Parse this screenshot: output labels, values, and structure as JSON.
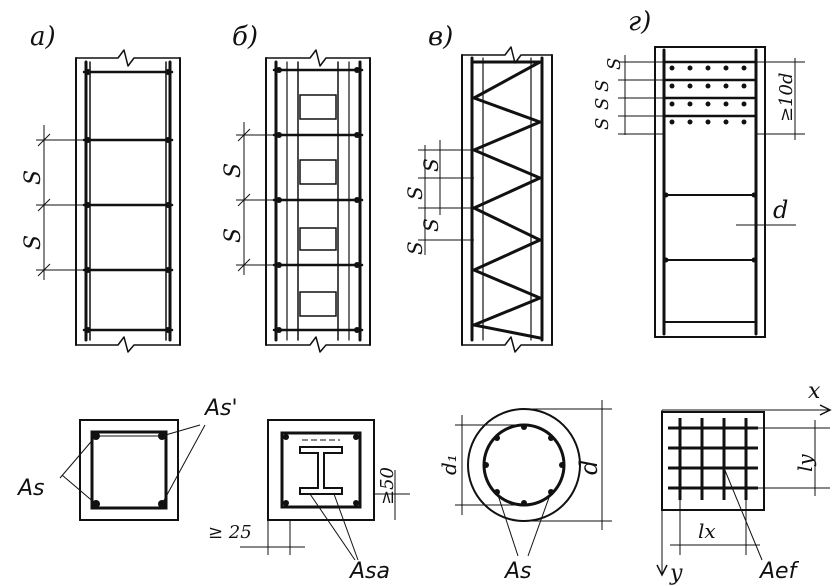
{
  "panels": {
    "a": {
      "label": "а)"
    },
    "b": {
      "label": "б)"
    },
    "c": {
      "label": "в)"
    },
    "d": {
      "label": "г)"
    }
  },
  "dims": {
    "s": "S",
    "ge10d": "≥10d",
    "d_bar": "d",
    "ge50": "≥50",
    "ge25": "≥ 25",
    "d1": "d₁",
    "d_circle": "d",
    "lx": "lx",
    "ly": "ly"
  },
  "axes": {
    "x": "x",
    "y": "y"
  },
  "labels": {
    "As": "As",
    "As_prime": "As'",
    "Asa": "Asa",
    "As_circle": "As",
    "Aef": "Aef"
  }
}
